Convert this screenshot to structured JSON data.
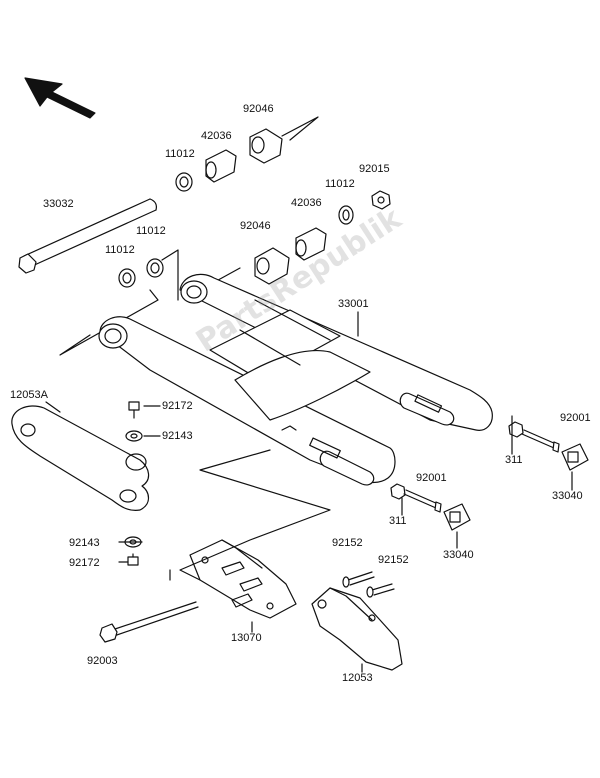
{
  "watermark": "PartsRepublik",
  "labels": {
    "p92046_top": "92046",
    "p42036_top": "42036",
    "p11012_top": "11012",
    "p92015": "92015",
    "p11012_mid": "11012",
    "p42036_mid": "42036",
    "p92046_mid": "92046",
    "p33032": "33032",
    "p11012_l1": "11012",
    "p11012_l2": "11012",
    "p33001": "33001",
    "p12053A": "12053A",
    "p92172_top": "92172",
    "p92143_top": "92143",
    "p92001_r": "92001",
    "p311_r": "311",
    "p33040_r": "33040",
    "p92001_m": "92001",
    "p311_m": "311",
    "p33040_m": "33040",
    "p92143_bot": "92143",
    "p92172_bot": "92172",
    "p92152_a": "92152",
    "p92152_b": "92152",
    "p13070": "13070",
    "p92003": "92003",
    "p12053": "12053"
  }
}
